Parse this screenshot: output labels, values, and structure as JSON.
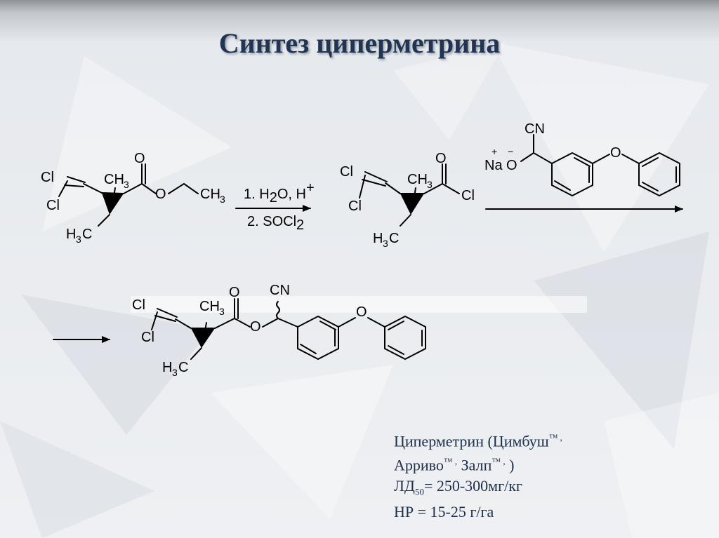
{
  "slide": {
    "title": "Синтез циперметрина"
  },
  "scheme": {
    "labels": {
      "cl": "Cl",
      "ch3": "CH",
      "three": "3",
      "h3c_h": "H",
      "h3c_c": "C",
      "o": "O",
      "ch3_ester": "CH",
      "cn": "CN",
      "na": "Na",
      "plus": "+",
      "minus": "−"
    },
    "step1": {
      "prefix": "1. H",
      "two": "2",
      "suffix": "O, H",
      "plus": "+"
    },
    "step2": {
      "prefix": "2. SOCl",
      "two": "2"
    }
  },
  "info": {
    "line1": "Циперметрин (Цимбуш",
    "tm": "™ ,",
    "line2a": "Арриво",
    "line2b": "Залп",
    "line2c": ")",
    "ld_prefix": "ЛД",
    "ld_sub": "50",
    "ld_value": "= 250-300мг/кг",
    "hr_label": "НР",
    "hr_value": "= 15-25 г/га"
  }
}
